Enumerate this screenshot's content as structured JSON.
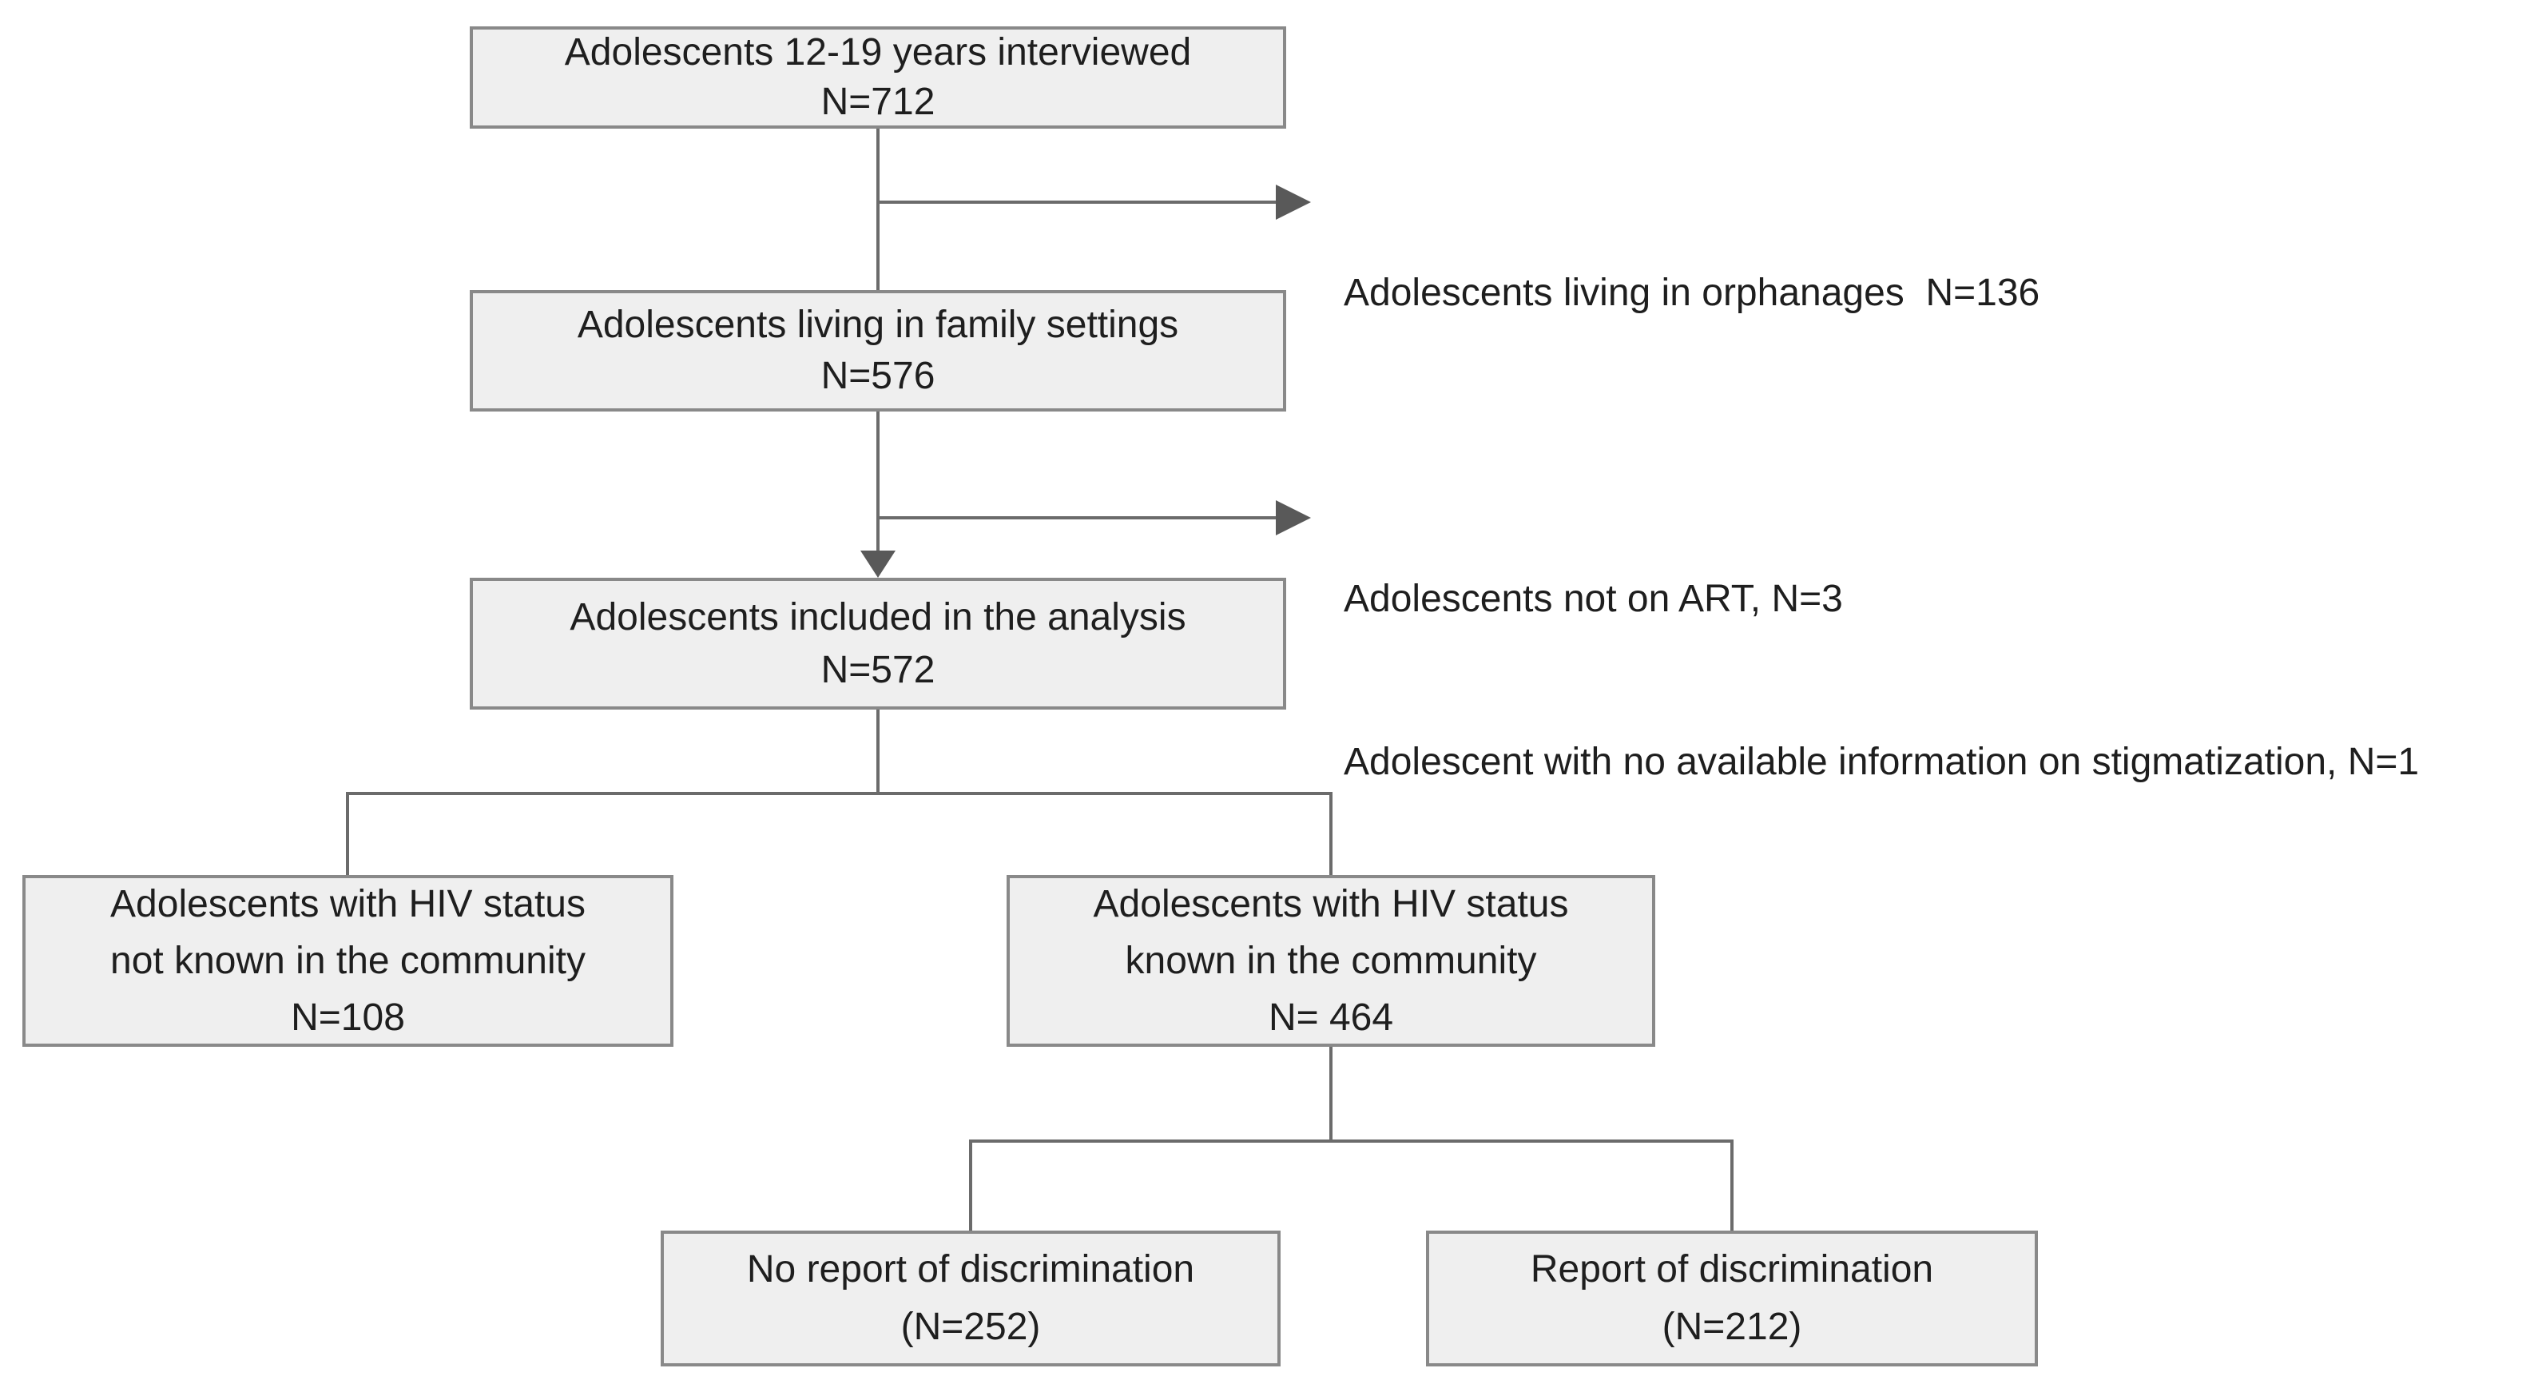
{
  "figure_type": "participant-flow-diagram",
  "boxes": {
    "interviewed": {
      "lines": [
        "Adolescents 12-19 years interviewed",
        "N=712"
      ]
    },
    "family": {
      "lines": [
        "Adolescents living in family settings",
        "N=576"
      ]
    },
    "analysis": {
      "lines": [
        "Adolescents included in the analysis",
        "N=572"
      ]
    },
    "status_not_known": {
      "lines": [
        "Adolescents with HIV status",
        "not known in the community",
        "N=108"
      ]
    },
    "status_known": {
      "lines": [
        "Adolescents with HIV status",
        "known in the community",
        "N= 464"
      ]
    },
    "no_report": {
      "lines": [
        "No report of discrimination",
        "(N=252)"
      ]
    },
    "report": {
      "lines": [
        "Report of discrimination",
        "(N=212)"
      ]
    }
  },
  "exclusions": {
    "orphanages": {
      "lines": [
        "Adolescents living in orphanages  N=136"
      ]
    },
    "art": {
      "lines": [
        "Adolescents not on ART, N=3",
        "Adolescent with no available information on stigmatization, N=1"
      ]
    }
  },
  "colors": {
    "background": "#ffffff",
    "box_fill": "#efefef",
    "box_border": "#898989",
    "connector": "#6b6b6b",
    "arrowhead": "#595959",
    "text": "#1e1e1e"
  }
}
